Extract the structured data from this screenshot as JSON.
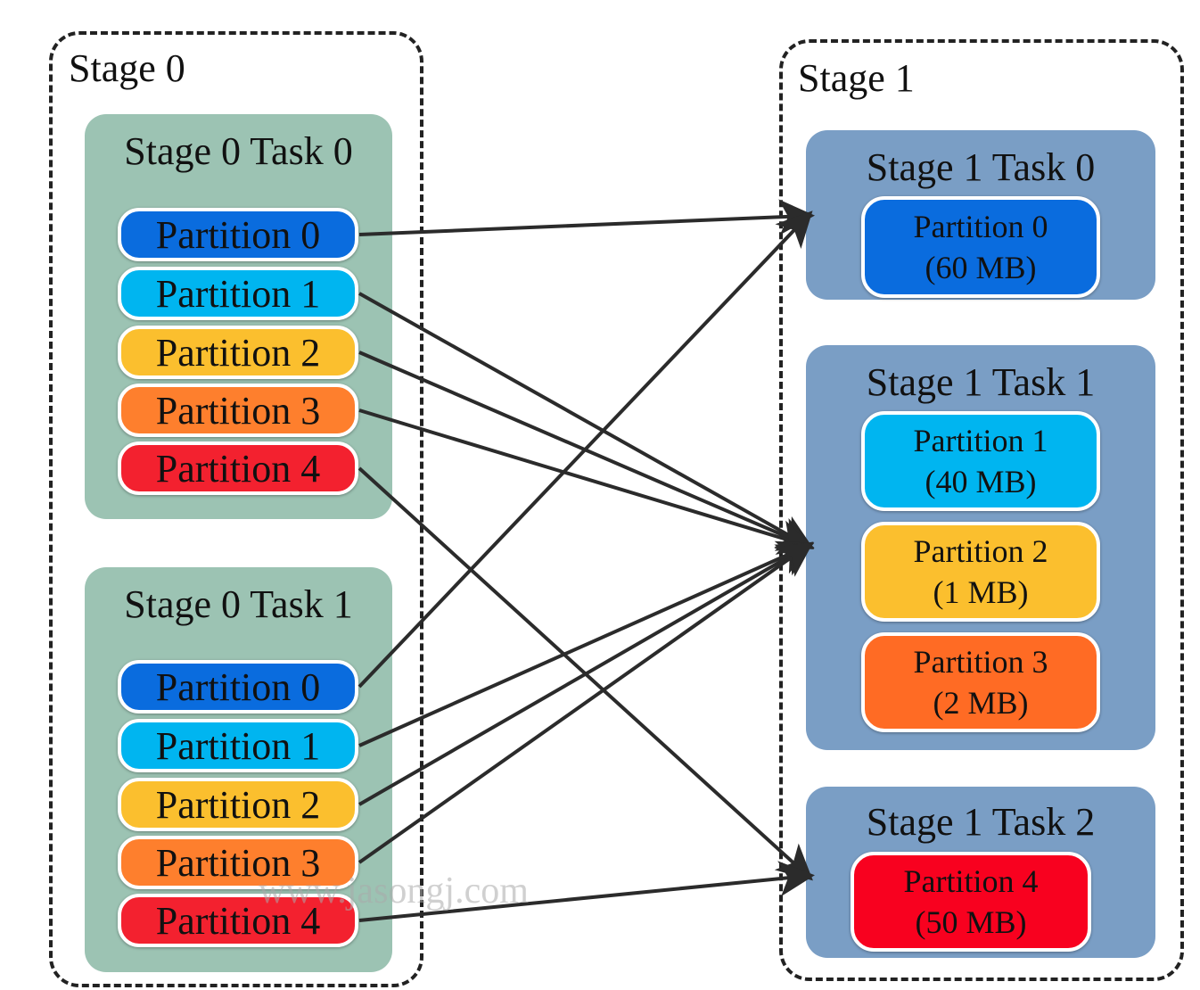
{
  "stage0": {
    "title": "Stage 0",
    "tasks": [
      {
        "title": "Stage 0 Task 0",
        "partitions": [
          "Partition 0",
          "Partition 1",
          "Partition 2",
          "Partition 3",
          "Partition 4"
        ]
      },
      {
        "title": "Stage 0 Task 1",
        "partitions": [
          "Partition 0",
          "Partition 1",
          "Partition 2",
          "Partition 3",
          "Partition 4"
        ]
      }
    ]
  },
  "stage1": {
    "title": "Stage 1",
    "tasks": [
      {
        "title": "Stage 1 Task 0",
        "partitions": [
          {
            "name": "Partition 0",
            "size": "(60 MB)"
          }
        ]
      },
      {
        "title": "Stage 1 Task 1",
        "partitions": [
          {
            "name": "Partition 1",
            "size": "(40 MB)"
          },
          {
            "name": "Partition 2",
            "size": "(1 MB)"
          },
          {
            "name": "Partition 3",
            "size": "(2 MB)"
          }
        ]
      },
      {
        "title": "Stage 1 Task 2",
        "partitions": [
          {
            "name": "Partition 4",
            "size": "(50 MB)"
          }
        ]
      }
    ]
  },
  "colors": {
    "partition_0": "#0a6cde",
    "partition_1": "#00b5f0",
    "partition_2": "#fbbf2e",
    "partition_3": "#fe7f2d",
    "partition_4": "#f3212f",
    "partition_3_target": "#ff6b24",
    "partition_4_target": "#f8011f",
    "stage0_task_bg": "#9cc3b3",
    "stage1_task_bg": "#7a9ec5",
    "arrow": "#2b2b2b"
  },
  "edges": [
    {
      "from_task": 0,
      "partition": 0,
      "to_task": 0
    },
    {
      "from_task": 0,
      "partition": 1,
      "to_task": 1
    },
    {
      "from_task": 0,
      "partition": 2,
      "to_task": 1
    },
    {
      "from_task": 0,
      "partition": 3,
      "to_task": 1
    },
    {
      "from_task": 0,
      "partition": 4,
      "to_task": 2
    },
    {
      "from_task": 1,
      "partition": 0,
      "to_task": 0
    },
    {
      "from_task": 1,
      "partition": 1,
      "to_task": 1
    },
    {
      "from_task": 1,
      "partition": 2,
      "to_task": 1
    },
    {
      "from_task": 1,
      "partition": 3,
      "to_task": 1
    },
    {
      "from_task": 1,
      "partition": 4,
      "to_task": 2
    }
  ],
  "watermark": "www.jasongj.com"
}
